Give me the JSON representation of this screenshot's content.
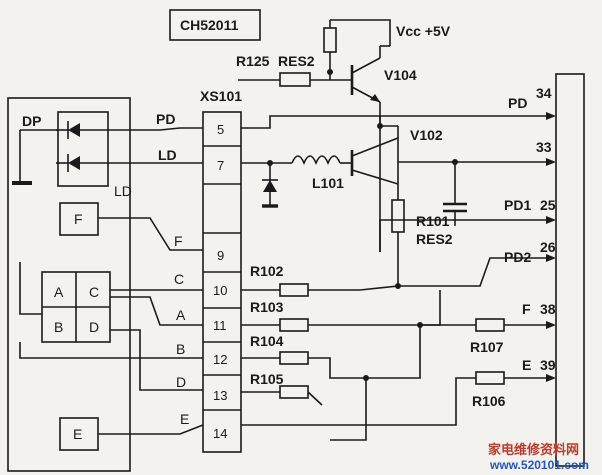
{
  "chip_label": "CH52011",
  "vcc_label": "Vcc +5V",
  "connector_label": "XS101",
  "components": {
    "r125": "R125",
    "res2_top": "RES2",
    "v104": "V104",
    "v102": "V102",
    "l101": "L101",
    "r101": "R101",
    "res2_right": "RES2",
    "r102": "R102",
    "r103": "R103",
    "r104": "R104",
    "r105": "R105",
    "r107": "R107",
    "r106": "R106"
  },
  "left_labels": {
    "dp": "DP",
    "ld": "LD",
    "f": "F",
    "a": "A",
    "c": "C",
    "b": "B",
    "d": "D",
    "e": "E"
  },
  "wire_labels": {
    "pd": "PD",
    "ld": "LD",
    "f": "F",
    "c": "C",
    "a": "A",
    "b": "B",
    "d": "D",
    "e": "E"
  },
  "connector_pins": [
    "5",
    "7",
    "9",
    "10",
    "11",
    "12",
    "13",
    "14"
  ],
  "output_signals": [
    {
      "name": "PD",
      "pin": "34"
    },
    {
      "name": "",
      "pin": "33"
    },
    {
      "name": "PD1",
      "pin": "25"
    },
    {
      "name": "PD2",
      "pin": "26"
    },
    {
      "name": "F",
      "pin": "38"
    },
    {
      "name": "E",
      "pin": "39"
    }
  ],
  "watermark": {
    "title": "家电维修资料网",
    "url": "www.520101.com"
  }
}
